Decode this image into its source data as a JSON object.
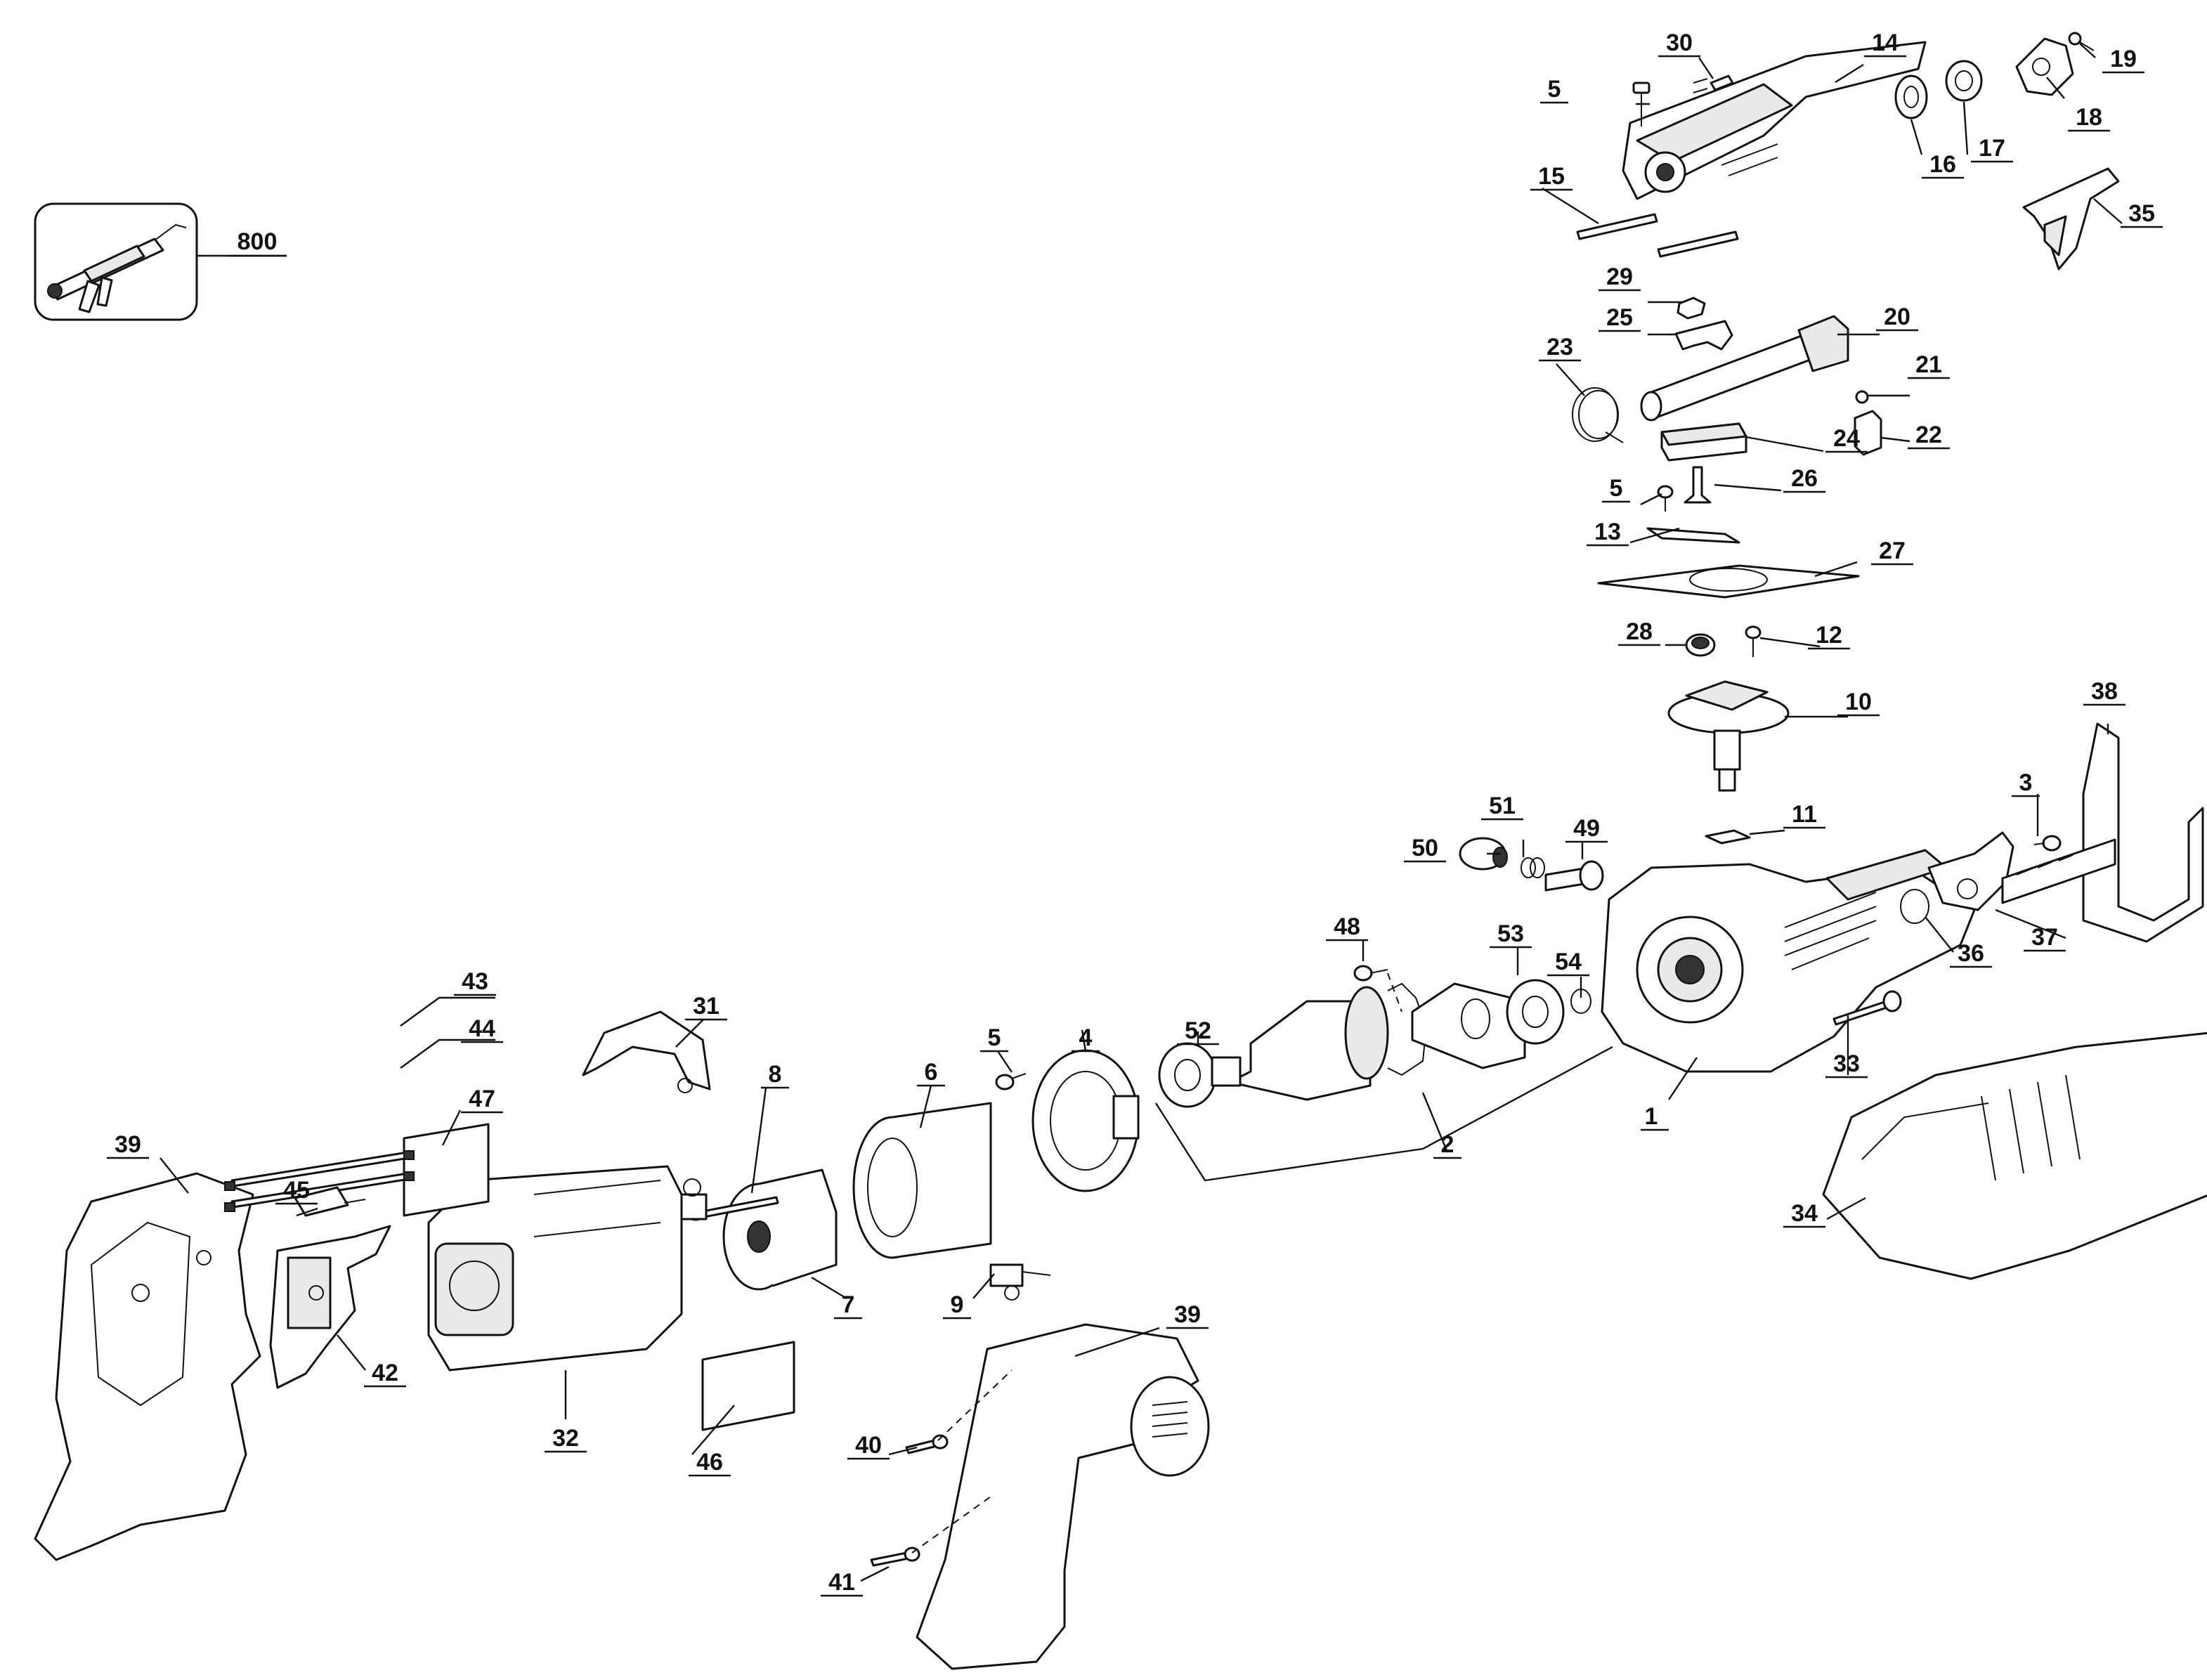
{
  "diagram": {
    "type": "exploded-parts-diagram",
    "inset_label": "800",
    "part_labels": [
      "1",
      "2",
      "3",
      "4",
      "5",
      "5",
      "5",
      "6",
      "7",
      "8",
      "9",
      "10",
      "11",
      "12",
      "13",
      "14",
      "15",
      "16",
      "17",
      "18",
      "19",
      "20",
      "21",
      "22",
      "23",
      "24",
      "25",
      "26",
      "27",
      "28",
      "29",
      "30",
      "31",
      "32",
      "33",
      "34",
      "35",
      "36",
      "37",
      "38",
      "39",
      "39",
      "40",
      "41",
      "42",
      "43",
      "44",
      "45",
      "46",
      "47",
      "48",
      "49",
      "50",
      "51",
      "52",
      "53",
      "54"
    ]
  }
}
